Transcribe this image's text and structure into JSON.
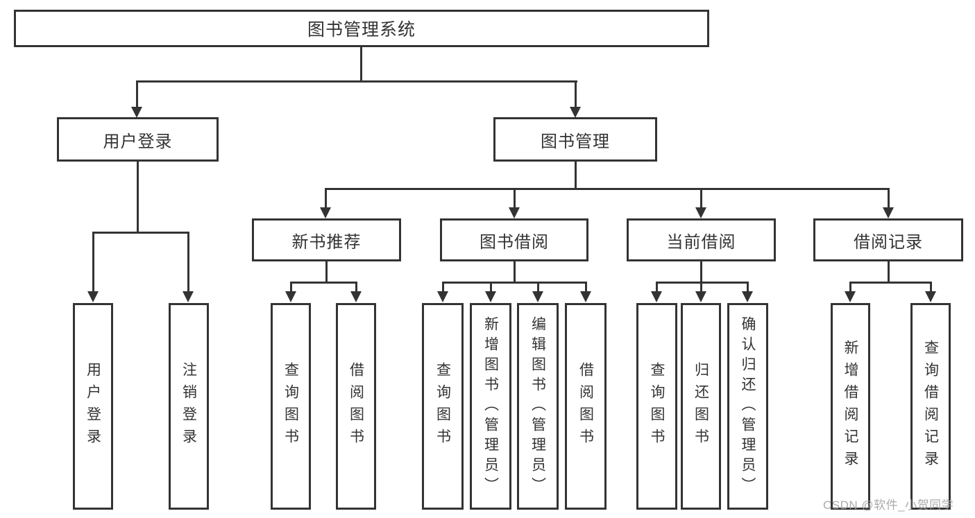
{
  "diagram": {
    "root": {
      "label": "图书管理系统"
    },
    "level2": {
      "user_login": {
        "label": "用户登录"
      },
      "book_mgmt": {
        "label": "图书管理"
      }
    },
    "level3": {
      "new_books": {
        "label": "新书推荐"
      },
      "book_borrow": {
        "label": "图书借阅"
      },
      "current_borrow": {
        "label": "当前借阅"
      },
      "borrow_records": {
        "label": "借阅记录"
      }
    },
    "leaves": {
      "user_login": [
        "用户登录",
        "注销登录"
      ],
      "new_books": [
        "查询图书",
        "借阅图书"
      ],
      "book_borrow": [
        "查询图书",
        "新增图书（管理员）",
        "编辑图书（管理员）",
        "借阅图书"
      ],
      "current_borrow": [
        "查询图书",
        "归还图书",
        "确认归还（管理员）"
      ],
      "borrow_records": [
        "新增借阅记录",
        "查询借阅记录"
      ]
    },
    "watermark": "CSDN @软件_小贺同学",
    "colors": {
      "line": "#333333",
      "text": "#333333",
      "watermark": "#a0a0a0",
      "background": "#ffffff"
    }
  }
}
